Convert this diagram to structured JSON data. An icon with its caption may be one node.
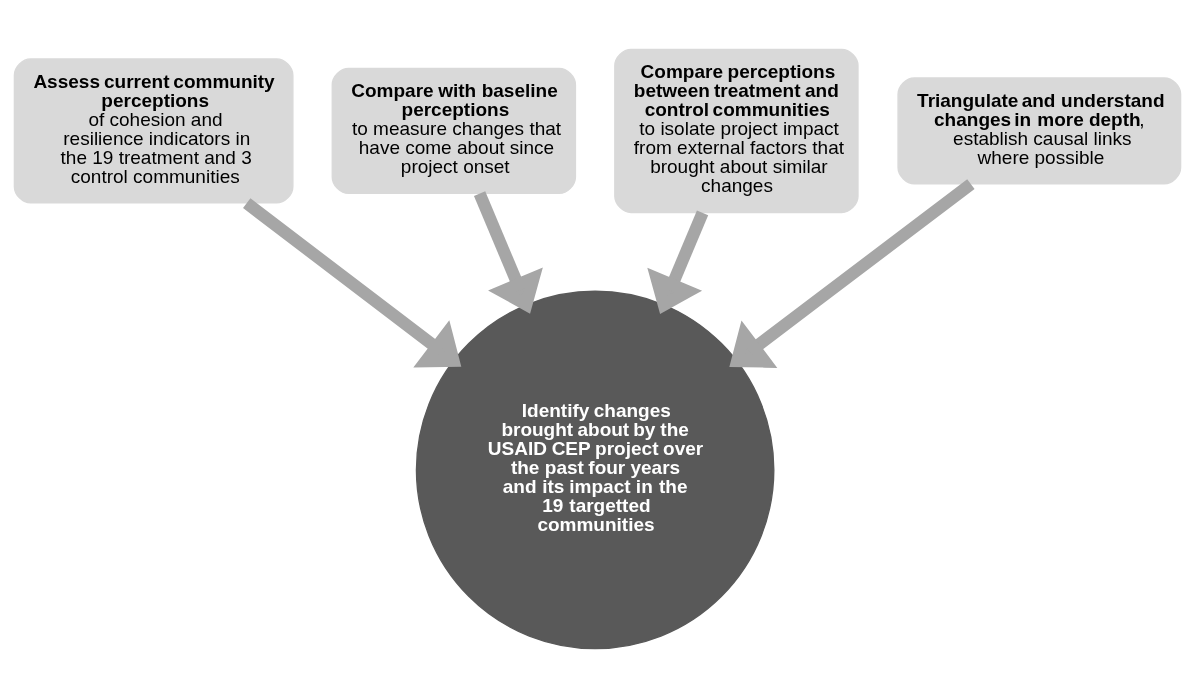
{
  "diagram": {
    "nodes": [
      {
        "text": [
          "**Assess current community perceptions** of cohesion and resilience indicators in the 19 treatment and 3 control communities"
        ]
      },
      {
        "text": [
          "**Compare with baseline perceptions** to measure changes that have come about since project onset"
        ]
      },
      {
        "text": [
          "**Compare perceptions between treatment and control communities** to isolate project impact from external factors that brought about similar changes"
        ]
      },
      {
        "text": [
          "**Triangulate and understand changes in more depth**, establish causal links where possible"
        ]
      },
      {
        "text": [
          "**Identify changes brought about by the USAID CEP project over the past four years and its impact in the 19 targetted communities**"
        ]
      }
    ],
    "edges": [
      {
        "from": 0,
        "to": 4,
        "arrow": "to"
      },
      {
        "from": 1,
        "to": 4,
        "arrow": "to"
      },
      {
        "from": 2,
        "to": 4,
        "arrow": "to"
      },
      {
        "from": 3,
        "to": 4,
        "arrow": "to"
      }
    ]
  }
}
